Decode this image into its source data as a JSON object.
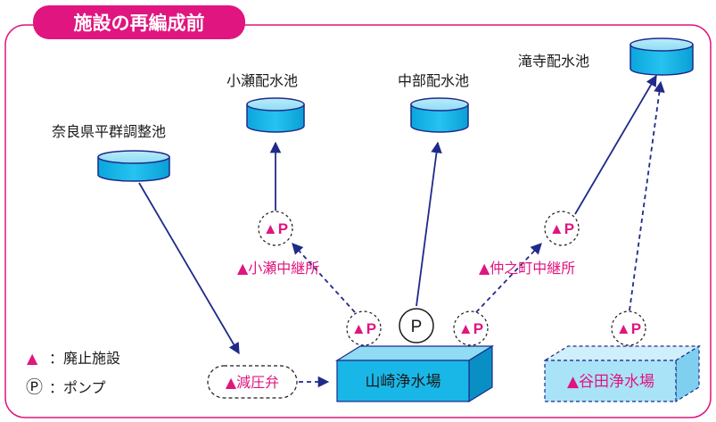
{
  "title": "施設の再編成前",
  "reservoirs": {
    "nara": "奈良県平群調整池",
    "kose": "小瀬配水池",
    "chubu": "中部配水池",
    "takidera": "滝寺配水池"
  },
  "relays": {
    "kose": "▲小瀬中継所",
    "nakanocho": "▲仲之町中継所"
  },
  "pump_label": "▲P",
  "pump_symbol": "P",
  "pressure_valve": "▲減圧弁",
  "plants": {
    "yamazaki": "山崎浄水場",
    "tanida": "▲谷田浄水場"
  },
  "legend": {
    "abolished_symbol": "▲",
    "abolished_text": "：廃止施設",
    "pump_symbol": "Ⓟ",
    "pump_text": "：ポンプ"
  },
  "colors": {
    "accent": "#e0157f",
    "line": "#1f2a8a",
    "water": "#19b7e8",
    "frame": "#e0157f"
  }
}
